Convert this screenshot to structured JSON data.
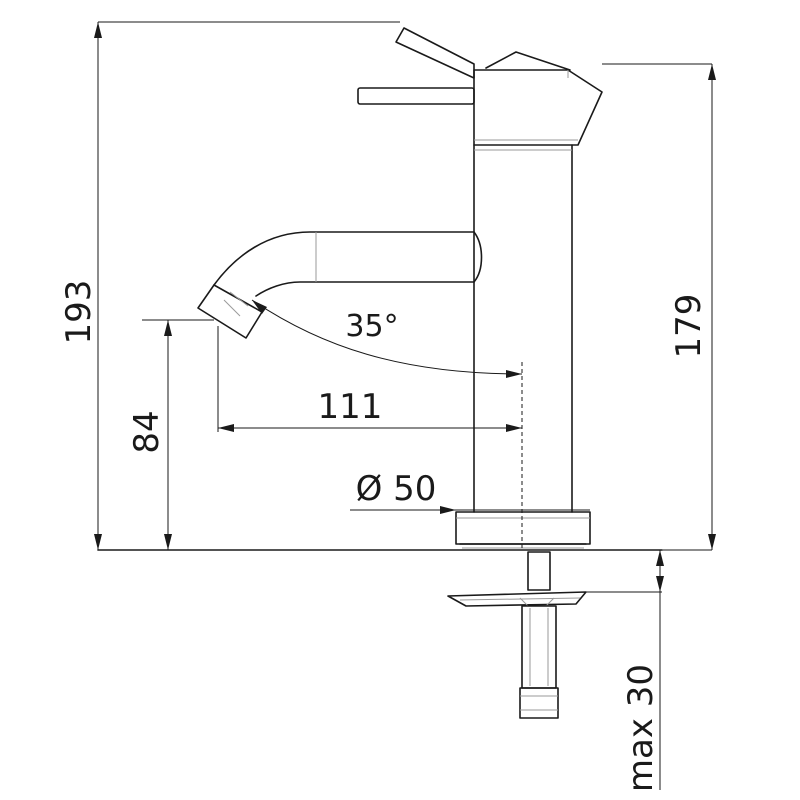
{
  "dimensions": {
    "total_height": "193",
    "body_height": "179",
    "spout_height": "84",
    "spout_reach": "111",
    "base_diameter": "Ø 50",
    "spout_angle": "35°",
    "max_mount_thickness": "max 30"
  }
}
